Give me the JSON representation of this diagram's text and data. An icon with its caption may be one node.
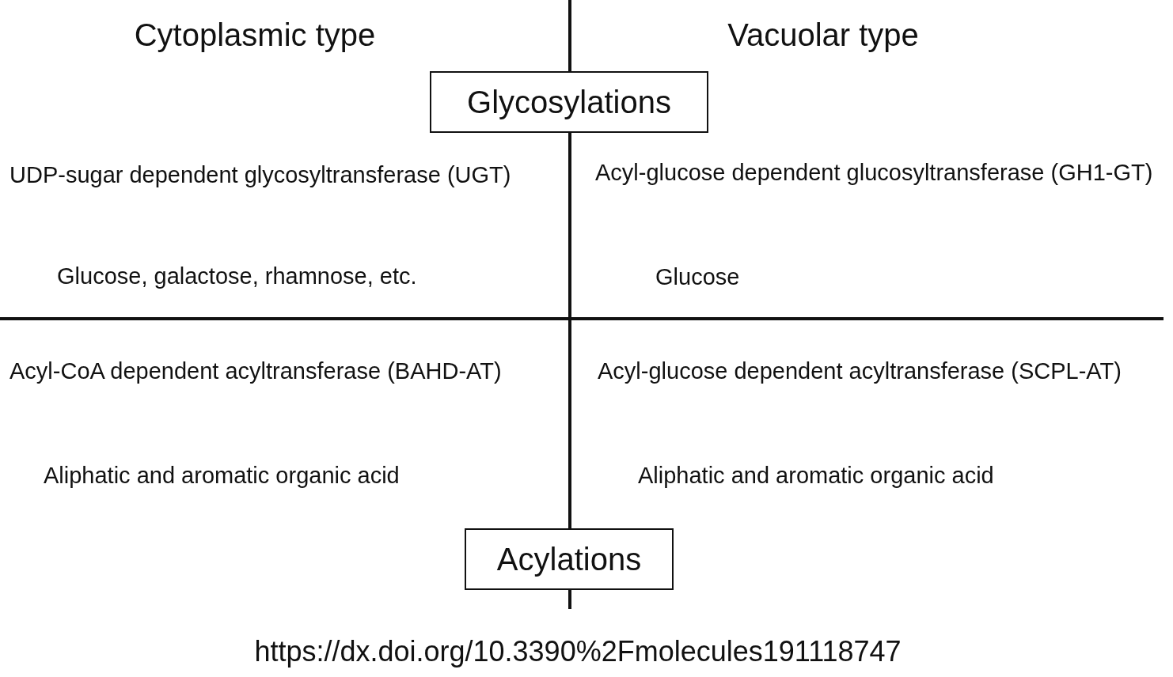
{
  "diagram": {
    "nodes": [
      {
        "text": [
          "Glycosylations"
        ]
      },
      {
        "text": [
          "Acylations"
        ]
      }
    ],
    "edges": [],
    "labels": [
      "Cytoplasmic type",
      "Vacuolar type",
      "UDP-sugar dependent glycosyltransferase (UGT)",
      "Acyl-glucose dependent glucosyltransferase (GH1-GT)",
      "Glucose, galactose, rhamnose, etc.",
      "Glucose",
      "Acyl-CoA dependent acyltransferase (BAHD-AT)",
      "Acyl-glucose dependent acyltransferase (SCPL-AT)",
      "Aliphatic and aromatic organic acid",
      "Aliphatic and aromatic organic acid",
      "https://dx.doi.org/10.3390%2Fmolecules191118747"
    ]
  }
}
